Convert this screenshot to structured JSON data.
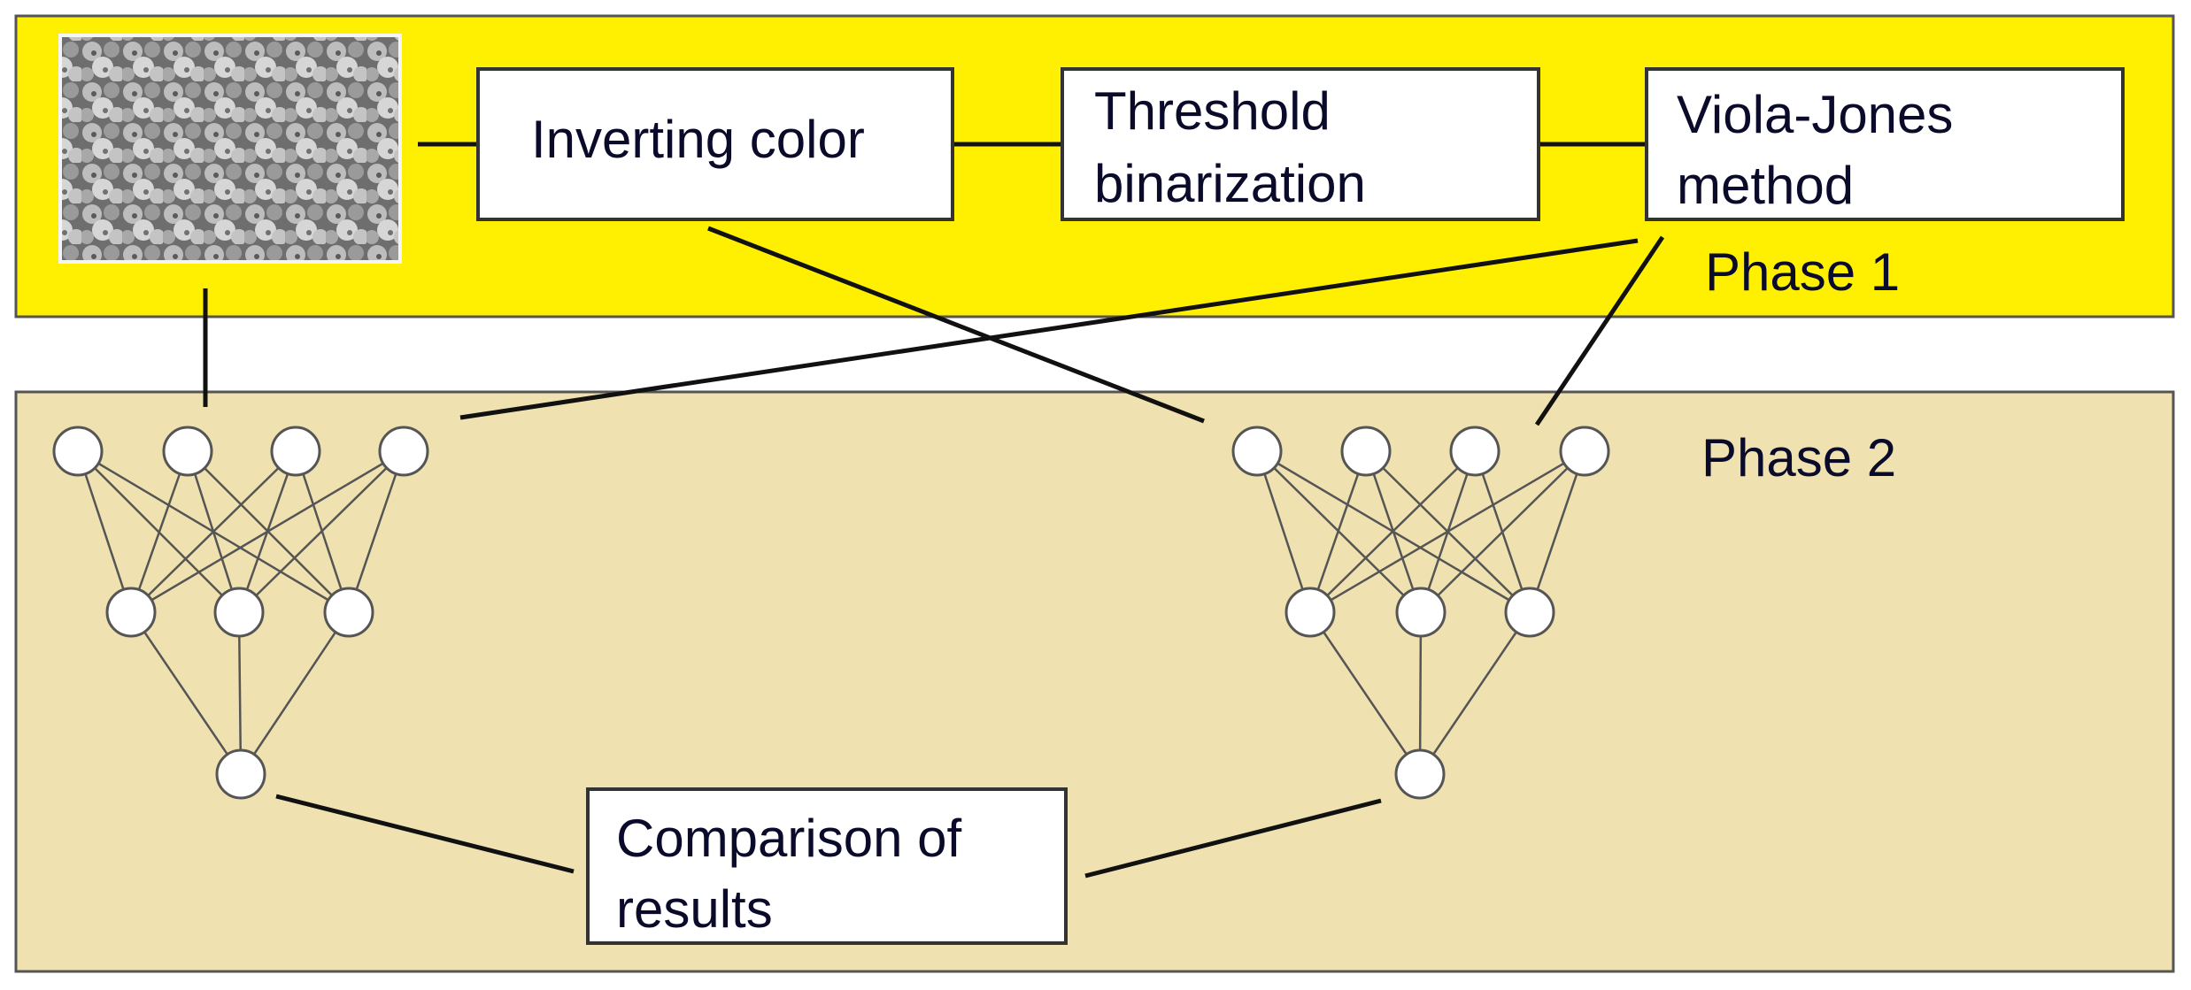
{
  "phase1": {
    "label": "Phase 1",
    "fill": "#ffef00",
    "steps": [
      {
        "id": "inverting",
        "lines": [
          "Inverting color"
        ]
      },
      {
        "id": "threshold",
        "lines": [
          "Threshold",
          "binarization"
        ]
      },
      {
        "id": "viola",
        "lines": [
          "Viola-Jones",
          "method"
        ]
      }
    ]
  },
  "phase2": {
    "label": "Phase 2",
    "fill": "#f0e2b0",
    "networks": [
      {
        "id": "left",
        "layers": [
          4,
          3,
          1
        ]
      },
      {
        "id": "right",
        "layers": [
          4,
          3,
          1
        ]
      }
    ],
    "comparison": {
      "lines": [
        "Comparison of",
        "results"
      ]
    }
  },
  "colors": {
    "line": "#111111",
    "node_fill": "#ffffff",
    "node_stroke": "#555555",
    "box_stroke": "#333333"
  }
}
